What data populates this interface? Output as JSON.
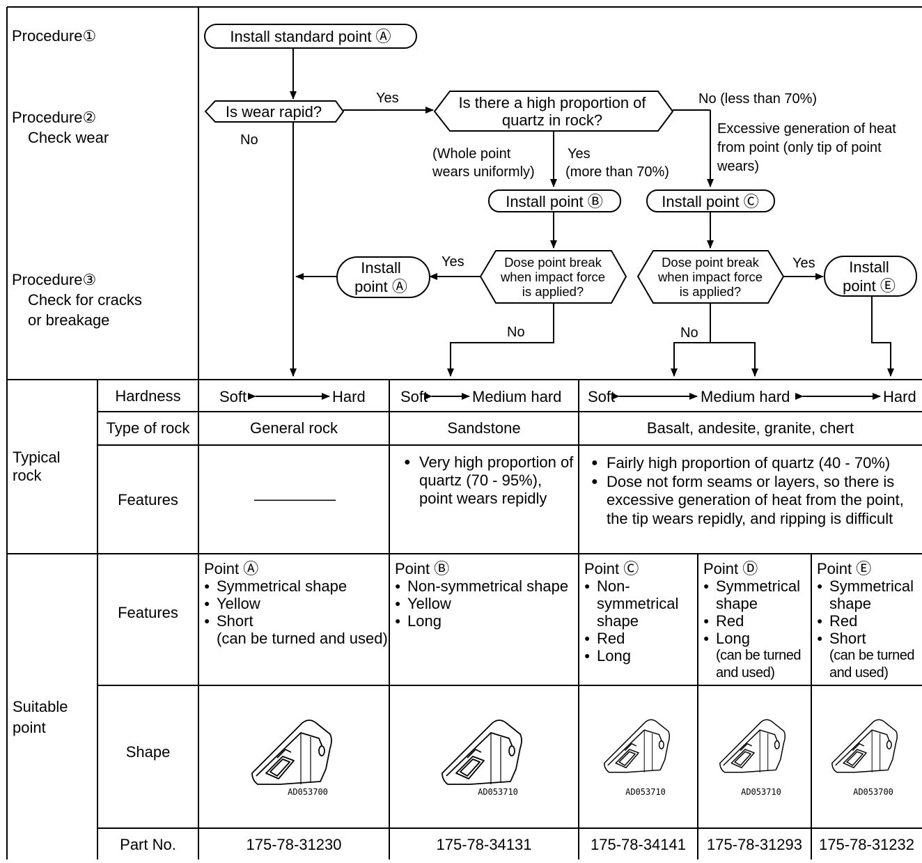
{
  "procedures": {
    "p1": "Procedure①",
    "p2": "Procedure②",
    "p2_sub": "Check wear",
    "p3": "Procedure③",
    "p3_sub1": "Check for cracks",
    "p3_sub2": "or breakage"
  },
  "flow": {
    "start": "Install standard point Ⓐ",
    "q_wear": "Is wear rapid?",
    "yes1": "Yes",
    "no1": "No",
    "q_quartz_1": "Is there a high proportion of",
    "q_quartz_2": "quartz in rock?",
    "no_less": "No (less than 70%)",
    "excess_1": "Excessive generation of heat",
    "excess_2": "from point (only tip of point",
    "excess_3": "wears)",
    "whole_1": "(Whole point",
    "whole_2": "wears uniformly)",
    "yes_more_1": "Yes",
    "yes_more_2": "(more than 70%)",
    "install_b": "Install point Ⓑ",
    "install_c": "Install point Ⓒ",
    "break_1": "Dose point break",
    "break_2": "when impact force",
    "break_3": "is applied?",
    "yes_left": "Yes",
    "yes_right": "Yes",
    "install_a_1": "Install",
    "install_a_2": "point Ⓐ",
    "install_e_1": "Install",
    "install_e_2": "point Ⓔ",
    "no_b": "No",
    "no_c": "No"
  },
  "typical_rock": {
    "group_1": "Typical",
    "group_2": "rock",
    "hardness_label": "Hardness",
    "type_label": "Type of rock",
    "features_label": "Features",
    "hardness": {
      "a_soft": "Soft",
      "a_hard": "Hard",
      "b_soft": "Soft",
      "b_medium": "Medium hard",
      "c_soft": "Soft",
      "c_medium": "Medium hard",
      "c_hard": "Hard"
    },
    "types": [
      "General rock",
      "Sandstone",
      "Basalt, andesite, granite, chert"
    ],
    "features_general": "——————",
    "features_sandstone": [
      "Very high proportion of quartz (70 - 95%), point wears repidly"
    ],
    "features_basalt": [
      "Fairly high proportion of quartz (40 - 70%)",
      "Dose not form seams or layers, so there is excessive generation of heat from the point, the tip wears repidly, and ripping is difficult"
    ]
  },
  "suitable_point": {
    "group_1": "Suitable",
    "group_2": "point",
    "features_label": "Features",
    "shape_label": "Shape",
    "partno_label": "Part No.",
    "points": [
      {
        "title": "Point Ⓐ",
        "items": [
          "Symmetrical shape",
          "Yellow",
          "Short"
        ],
        "note": "(can be turned and used)",
        "code": "AD053700",
        "part_no": "175-78-31230"
      },
      {
        "title": "Point Ⓑ",
        "items": [
          "Non-symmetrical shape",
          "Yellow",
          "Long"
        ],
        "note": "",
        "code": "AD053710",
        "part_no": "175-78-34131"
      },
      {
        "title": "Point Ⓒ",
        "items": [
          "Non-symmetrical shape",
          "Red",
          "Long"
        ],
        "note": "",
        "code": "AD053710",
        "part_no": "175-78-34141"
      },
      {
        "title": "Point Ⓓ",
        "items": [
          "Symmetrical shape",
          "Red",
          "Long"
        ],
        "note": "(can be turned and used)",
        "code": "AD053710",
        "part_no": "175-78-31293"
      },
      {
        "title": "Point Ⓔ",
        "items": [
          "Symmetrical shape",
          "Red",
          "Short"
        ],
        "note": "(can be turned and used)",
        "code": "AD053700",
        "part_no": "175-78-31232"
      }
    ]
  }
}
